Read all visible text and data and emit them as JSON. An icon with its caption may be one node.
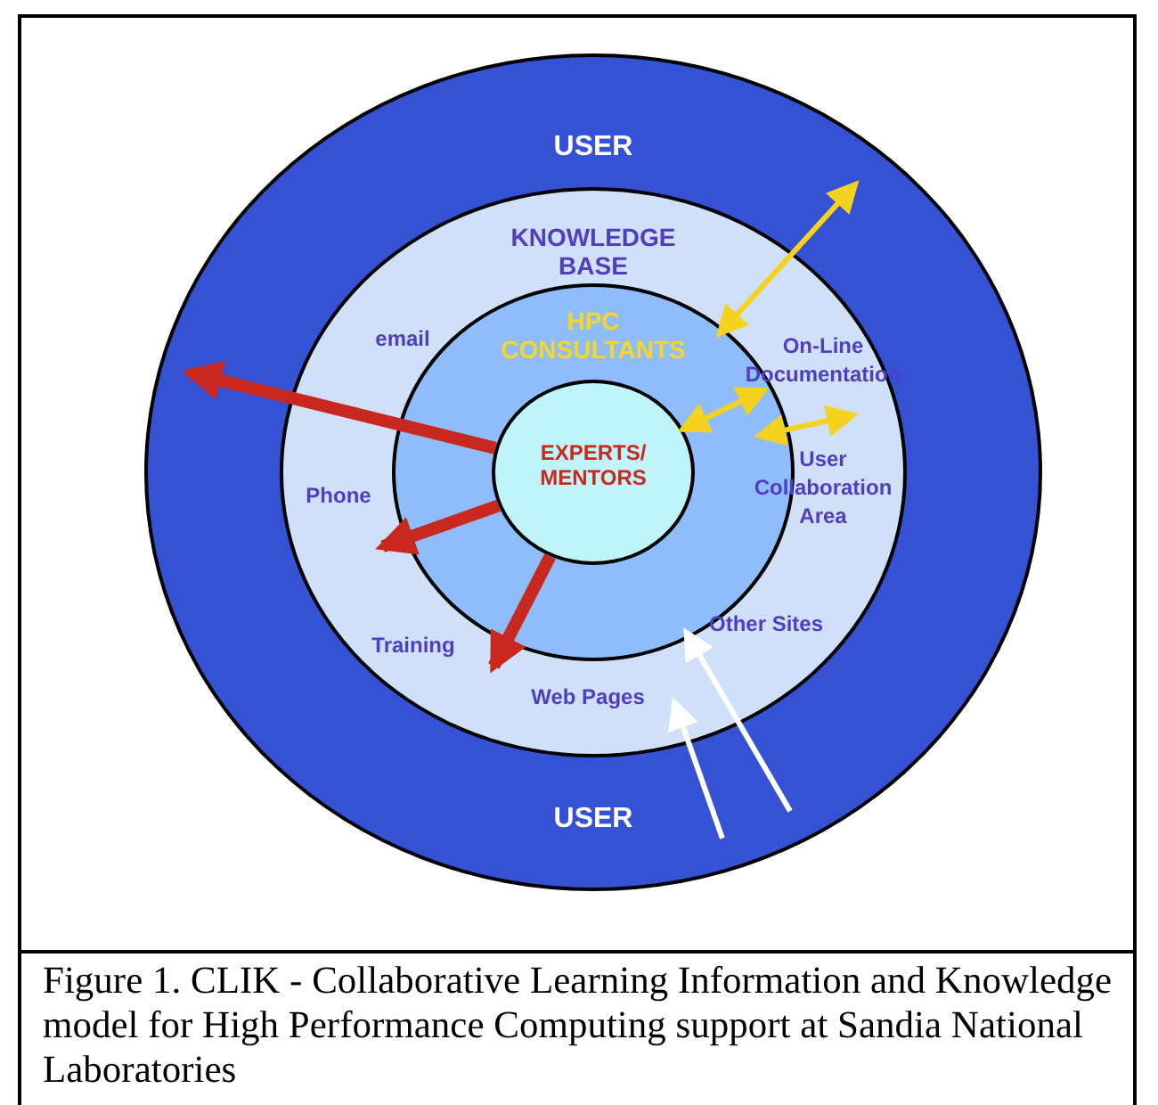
{
  "diagram": {
    "caption": "Figure 1. CLIK - Collaborative Learning Information and Knowledge model for High Performance Computing support at Sandia National Laboratories",
    "nodes": [
      {
        "text": [
          "USER",
          "USER"
        ]
      },
      {
        "text": [
          "KNOWLEDGE BASE"
        ],
        "in": 0
      },
      {
        "text": [
          "HPC CONSULTANTS"
        ],
        "in": 1
      },
      {
        "text": [
          "EXPERTS/ MENTORS"
        ],
        "in": 2
      }
    ],
    "edges": [
      {
        "from": 3,
        "to": 0,
        "arrow": "to",
        "style": "thick",
        "color": "#c8281e"
      },
      {
        "from": 3,
        "to": 1,
        "arrow": "to",
        "style": "thick",
        "color": "#c8281e"
      },
      {
        "from": 3,
        "to": 1,
        "arrow": "to",
        "style": "thick",
        "color": "#c8281e"
      },
      {
        "from": 2,
        "to": 0,
        "arrow": "both",
        "color": "#f5d21e"
      },
      {
        "from": 3,
        "to": 2,
        "arrow": "both",
        "color": "#f5d21e"
      },
      {
        "from": 2,
        "to": 1,
        "arrow": "both",
        "color": "#f5d21e"
      },
      {
        "from": 0,
        "to": 2,
        "arrow": "to",
        "color": "#ffffff"
      },
      {
        "from": 0,
        "to": 1,
        "arrow": "to",
        "color": "#ffffff"
      }
    ],
    "labels": [
      "email",
      "On-Line Documentation",
      "Phone",
      "User Collaboration Area",
      "Training",
      "Other Sites",
      "Web Pages"
    ]
  }
}
